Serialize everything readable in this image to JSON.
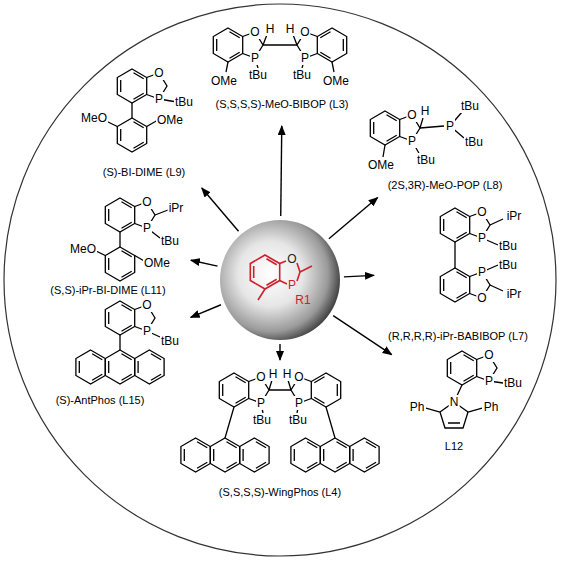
{
  "diagram": {
    "nodes": [
      {
        "text": [
          "O",
          "H",
          "H",
          "O",
          "P",
          "P",
          "tBu",
          "tBu",
          "OMe",
          "OMe",
          "(S,S,S,S)-MeO-BIBOP (L3)"
        ]
      },
      {
        "text": [
          "O",
          "P",
          "tBu",
          "MeO",
          "OMe",
          "(S)-BI-DIME (L9)"
        ]
      },
      {
        "text": [
          "tBu",
          "O",
          "H",
          "P",
          "P",
          "tBu",
          "tBu",
          "OMe",
          "(2S,3R)-MeO-POP (L8)"
        ]
      },
      {
        "text": [
          "O",
          "iPr",
          "P",
          "tBu",
          "MeO",
          "OMe",
          "(S,S)-iPr-BI-DIME (L11)"
        ]
      },
      {
        "text": [
          "O",
          "P",
          "R1"
        ]
      },
      {
        "text": [
          "O",
          "iPr",
          "P",
          "tBu",
          "tBu",
          "P",
          "iPr",
          "O",
          "(R,R,R,R)-iPr-BABIBOP (L7)"
        ]
      },
      {
        "text": [
          "O",
          "P",
          "tBu",
          "(S)-AntPhos (L15)"
        ]
      },
      {
        "text": [
          "O",
          "P",
          "tBu",
          "Ph",
          "N",
          "Ph",
          "L12"
        ]
      },
      {
        "text": [
          "O",
          "H",
          "H",
          "O",
          "P",
          "P",
          "tBu",
          "tBu",
          "(S,S,S,S)-WingPhos (L4)"
        ]
      }
    ],
    "edges": [
      {
        "from": 4,
        "to": 0,
        "arrow": "to"
      },
      {
        "from": 4,
        "to": 1,
        "arrow": "to"
      },
      {
        "from": 4,
        "to": 2,
        "arrow": "to"
      },
      {
        "from": 4,
        "to": 3,
        "arrow": "to"
      },
      {
        "from": 4,
        "to": 5,
        "arrow": "to"
      },
      {
        "from": 4,
        "to": 6,
        "arrow": "to"
      },
      {
        "from": 4,
        "to": 7,
        "arrow": "to"
      },
      {
        "from": 4,
        "to": 8,
        "arrow": "to"
      }
    ]
  }
}
